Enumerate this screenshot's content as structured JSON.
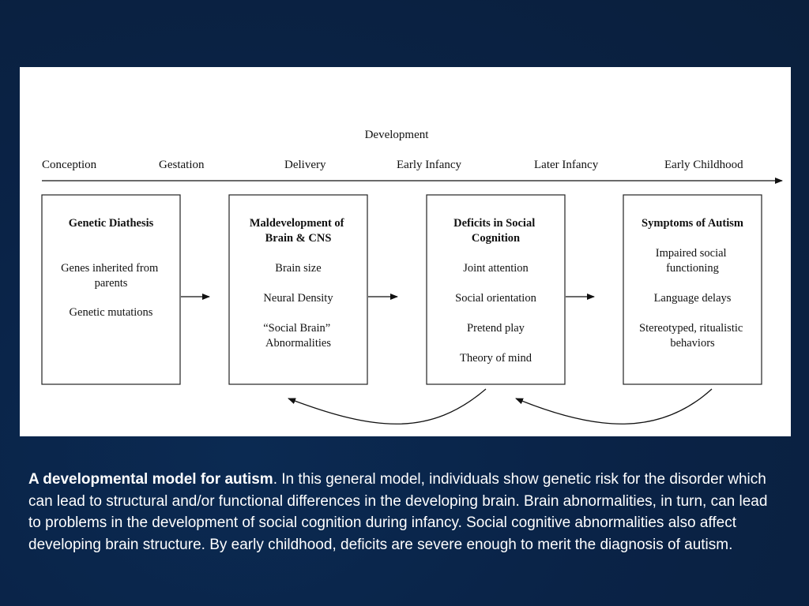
{
  "diagram": {
    "development_label": "Development",
    "stages": [
      "Conception",
      "Gestation",
      "Delivery",
      "Early Infancy",
      "Later Infancy",
      "Early Childhood"
    ],
    "boxes": [
      {
        "title_lines": [
          "Genetic Diathesis"
        ],
        "items": [
          [
            "Genes inherited from",
            "parents"
          ],
          [
            "Genetic mutations"
          ]
        ]
      },
      {
        "title_lines": [
          "Maldevelopment of",
          "Brain & CNS"
        ],
        "items": [
          [
            "Brain size"
          ],
          [
            "Neural Density"
          ],
          [
            "“Social Brain”",
            "Abnormalities"
          ]
        ]
      },
      {
        "title_lines": [
          "Deficits in Social",
          "Cognition"
        ],
        "items": [
          [
            "Joint attention"
          ],
          [
            "Social orientation"
          ],
          [
            "Pretend play"
          ],
          [
            "Theory of mind"
          ]
        ]
      },
      {
        "title_lines": [
          "Symptoms of Autism"
        ],
        "items": [
          [
            "Impaired social",
            "functioning"
          ],
          [
            "Language delays"
          ],
          [
            "Stereotyped, ritualistic",
            "behaviors"
          ]
        ]
      }
    ]
  },
  "caption": {
    "bold": "A developmental model for autism",
    "text": ". In this general model, individuals show genetic risk for the disorder which can lead to structural and/or functional differences in the developing brain. Brain abnormalities, in turn, can lead to problems in the development of social cognition during infancy. Social cognitive abnormalities also affect developing brain structure. By early childhood, deficits are severe enough to merit the diagnosis of autism."
  }
}
